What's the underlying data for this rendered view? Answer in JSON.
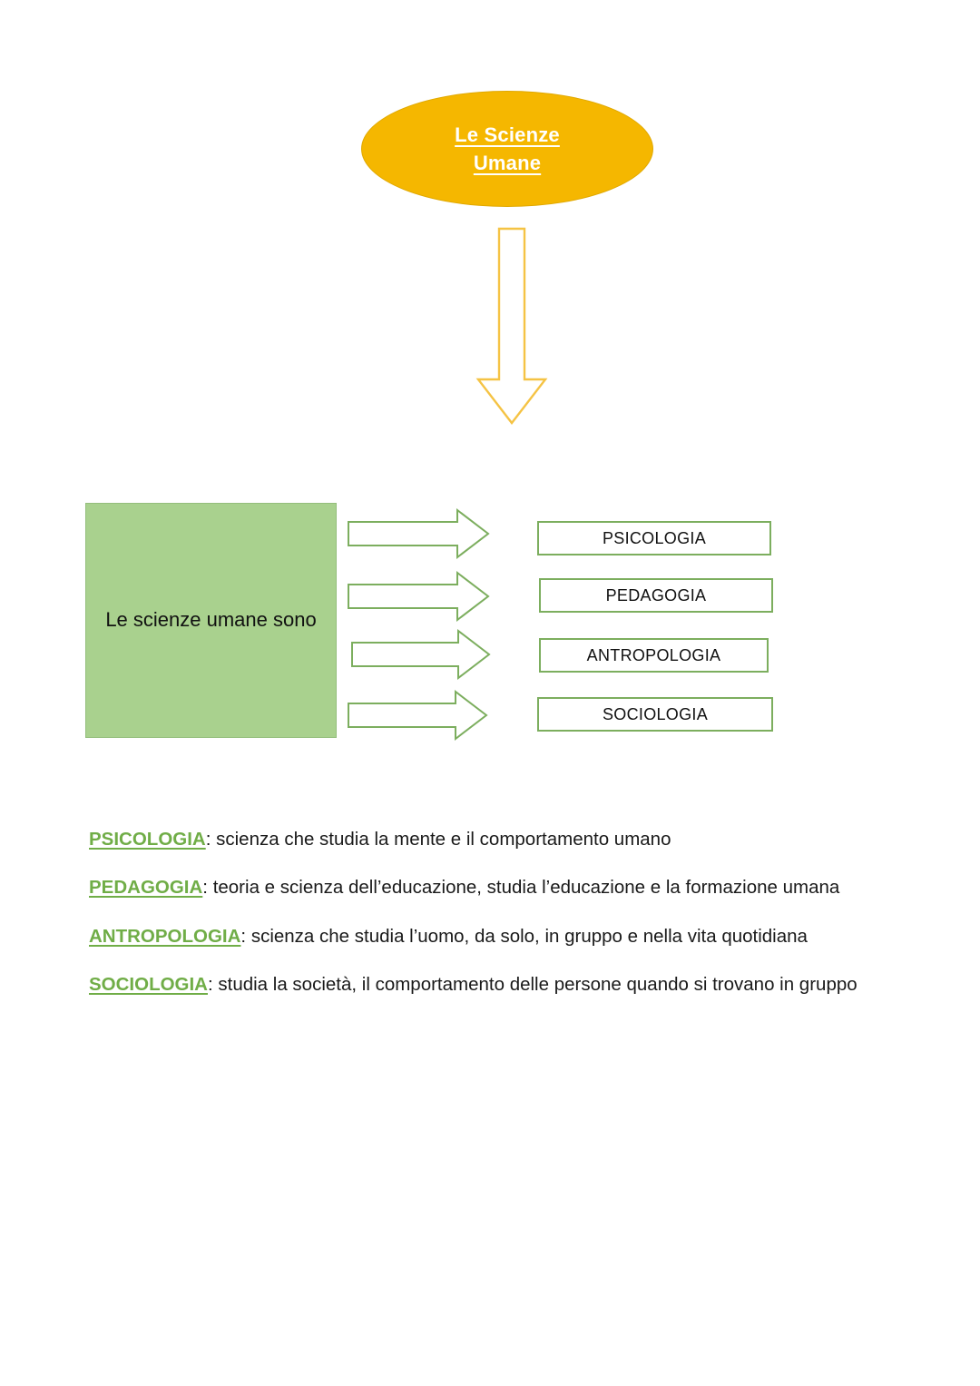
{
  "document": {
    "title_shape": {
      "icon": "ellipse-shape",
      "fill_color": "#F5B700",
      "text_color": "#FFFFFF",
      "line1": "Le Scienze",
      "line2": "Umane"
    },
    "flow_arrow_down": {
      "icon": "arrow-down-icon",
      "color": "#F5C344"
    },
    "source_block": {
      "fill_color": "#A9D18E",
      "text": "Le scienze umane sono"
    },
    "branch_arrows": [
      {
        "icon": "arrow-right-icon",
        "color": "#7CAE5E"
      },
      {
        "icon": "arrow-right-icon",
        "color": "#7CAE5E"
      },
      {
        "icon": "arrow-right-icon",
        "color": "#7CAE5E"
      },
      {
        "icon": "arrow-right-icon",
        "color": "#7CAE5E"
      }
    ],
    "disciplines": [
      {
        "label": "PSICOLOGIA"
      },
      {
        "label": "PEDAGOGIA"
      },
      {
        "label": "ANTROPOLOGIA"
      },
      {
        "label": "SOCIOLOGIA"
      }
    ],
    "definitions": [
      {
        "term": "PSICOLOGIA",
        "body": ": scienza che studia la mente e il comportamento umano"
      },
      {
        "term": "PEDAGOGIA",
        "body": ": teoria e scienza dell’educazione, studia l’educazione e la formazione umana"
      },
      {
        "term": "ANTROPOLOGIA",
        "body": ": scienza che studia l’uomo, da solo, in gruppo e nella vita quotidiana"
      },
      {
        "term": "SOCIOLOGIA",
        "body": ": studia la società, il comportamento delle persone quando si trovano in gruppo"
      }
    ],
    "colors": {
      "gold": "#F5B700",
      "gold_arrow": "#F5C344",
      "green_fill": "#A9D18E",
      "green_stroke": "#7CAE5E",
      "green_text": "#70AD47"
    }
  }
}
